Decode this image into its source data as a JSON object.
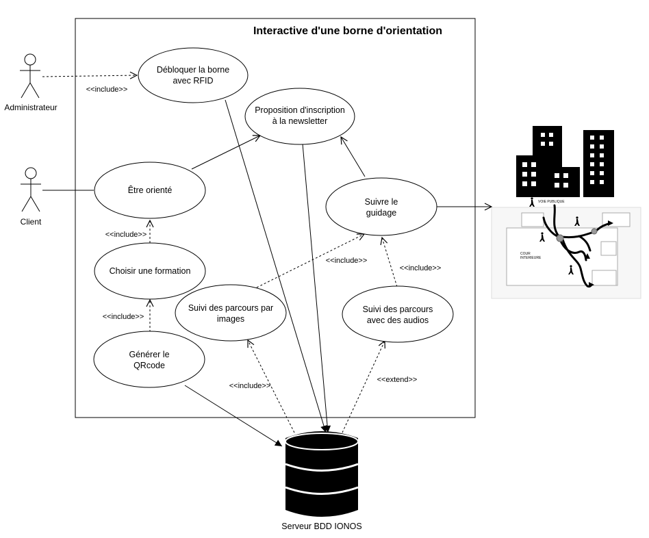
{
  "system": {
    "title": "Interactive d'une borne d'orientation"
  },
  "actors": {
    "admin": {
      "label": "Administrateur"
    },
    "client": {
      "label": "Client"
    }
  },
  "use_cases": {
    "debloquer": {
      "lines": [
        "Débloquer la borne",
        "avec RFID"
      ]
    },
    "proposition": {
      "lines": [
        "Proposition d'inscription",
        "à la newsletter"
      ]
    },
    "oriente": {
      "lines": [
        "Être orienté"
      ]
    },
    "guidage": {
      "lines": [
        "Suivre le",
        "guidage"
      ]
    },
    "formation": {
      "lines": [
        "Choisir une formation"
      ]
    },
    "images": {
      "lines": [
        "Suivi des parcours par",
        "images"
      ]
    },
    "audios": {
      "lines": [
        "Suivi des parcours",
        "avec des audios"
      ]
    },
    "qrcode": {
      "lines": [
        "Générer le",
        "QRcode"
      ]
    }
  },
  "stereotypes": {
    "admin_include": "<<include>>",
    "formation_include": "<<include>>",
    "qrcode_include": "<<include>>",
    "images_guidage_include": "<<include>>",
    "audios_guidage_include": "<<include>>",
    "db_images_include": "<<include>>",
    "db_audios_extend": "<<extend>>"
  },
  "database": {
    "label": "Serveur BDD IONOS",
    "icon": "database-icon"
  },
  "map": {
    "label_street": "VOIE PUBLIQUE",
    "label_court_1": "COUR",
    "label_court_2": "INTERIEURE"
  },
  "icons": [
    "actor-stick-figure-icon",
    "database-icon",
    "buildings-icon",
    "walking-person-icon"
  ]
}
